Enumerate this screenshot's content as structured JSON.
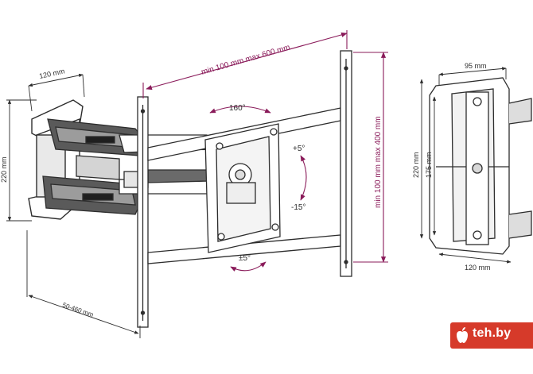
{
  "labels": {
    "top_width": "min 100 mm max 600 mm",
    "right_height": "min 100 mm max 400 mm",
    "arm_top_width": "120 mm",
    "left_height": "220 mm",
    "extension": "50-460 mm",
    "swivel": "160°",
    "tilt_up": "+5°",
    "tilt_down": "-15°",
    "rotate": "±5°",
    "side_width_top": "95 mm",
    "side_height_outer": "220 mm",
    "side_height_inner": "175 mm",
    "side_width_bottom": "120 mm"
  },
  "watermark": {
    "text": "teh.by",
    "icon": "apple-logo-icon"
  },
  "colors": {
    "line": "#2d2d2d",
    "accent": "#8a1b5a",
    "brand": "#d63a2a"
  }
}
